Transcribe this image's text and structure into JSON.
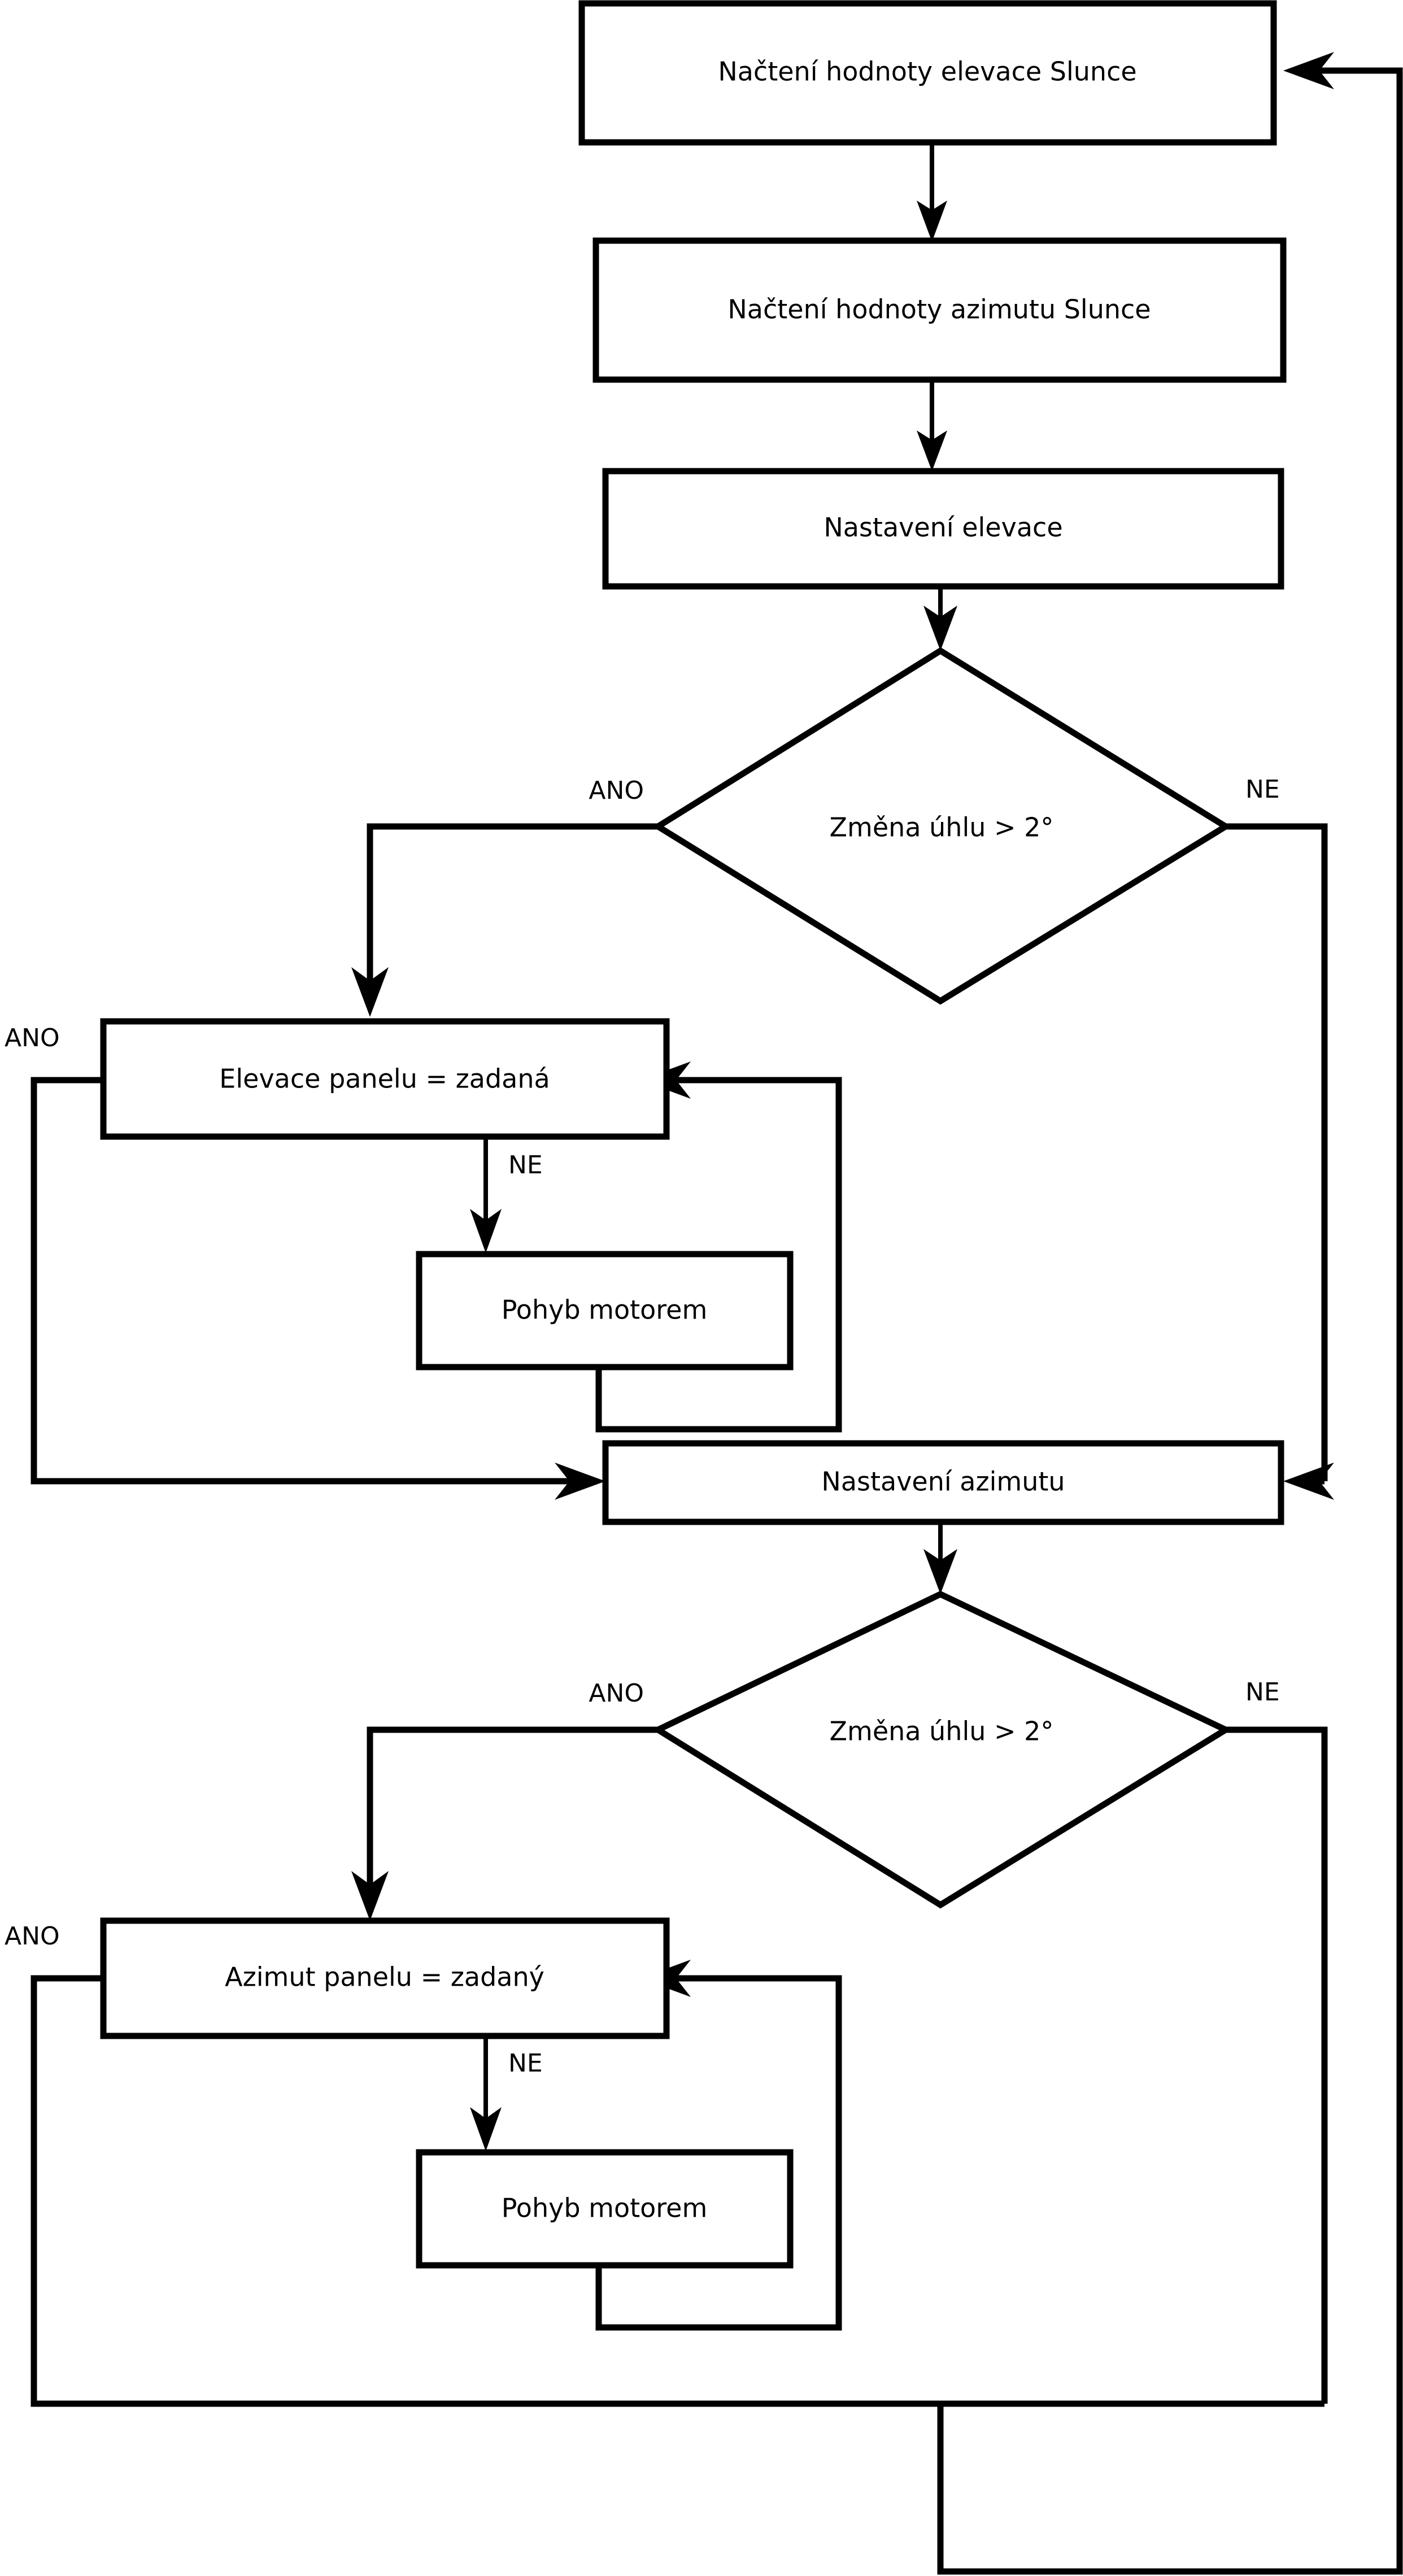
{
  "diagram": {
    "type": "flowchart",
    "language": "cs",
    "background_color": "#ffffff",
    "line_color": "#000000",
    "nodes": {
      "read_elevation": {
        "id": "read_elevation",
        "shape": "process",
        "label": "Načtení hodnoty elevace Slunce"
      },
      "read_azimuth": {
        "id": "read_azimuth",
        "shape": "process",
        "label": "Načtení hodnoty azimutu Slunce"
      },
      "set_elevation": {
        "id": "set_elevation",
        "shape": "process",
        "label": "Nastavení elevace"
      },
      "decision_elevation": {
        "id": "decision_elevation",
        "shape": "decision",
        "label": "Změna úhlu > 2°"
      },
      "panel_elevation_eq": {
        "id": "panel_elevation_eq",
        "shape": "process",
        "label": "Elevace panelu = zadaná"
      },
      "motor_move_elevation": {
        "id": "motor_move_elevation",
        "shape": "process",
        "label": "Pohyb motorem"
      },
      "set_azimuth": {
        "id": "set_azimuth",
        "shape": "process",
        "label": "Nastavení azimutu"
      },
      "decision_azimuth": {
        "id": "decision_azimuth",
        "shape": "decision",
        "label": "Změna úhlu > 2°"
      },
      "panel_azimuth_eq": {
        "id": "panel_azimuth_eq",
        "shape": "process",
        "label": "Azimut panelu = zadaný"
      },
      "motor_move_azimuth": {
        "id": "motor_move_azimuth",
        "shape": "process",
        "label": "Pohyb motorem"
      }
    },
    "edge_labels": {
      "dec_elev_yes": "ANO",
      "dec_elev_no": "NE",
      "panel_elev_yes": "ANO",
      "panel_elev_no": "NE",
      "dec_azim_yes": "ANO",
      "dec_azim_no": "NE",
      "panel_azim_yes": "ANO",
      "panel_azim_no": "NE"
    }
  }
}
